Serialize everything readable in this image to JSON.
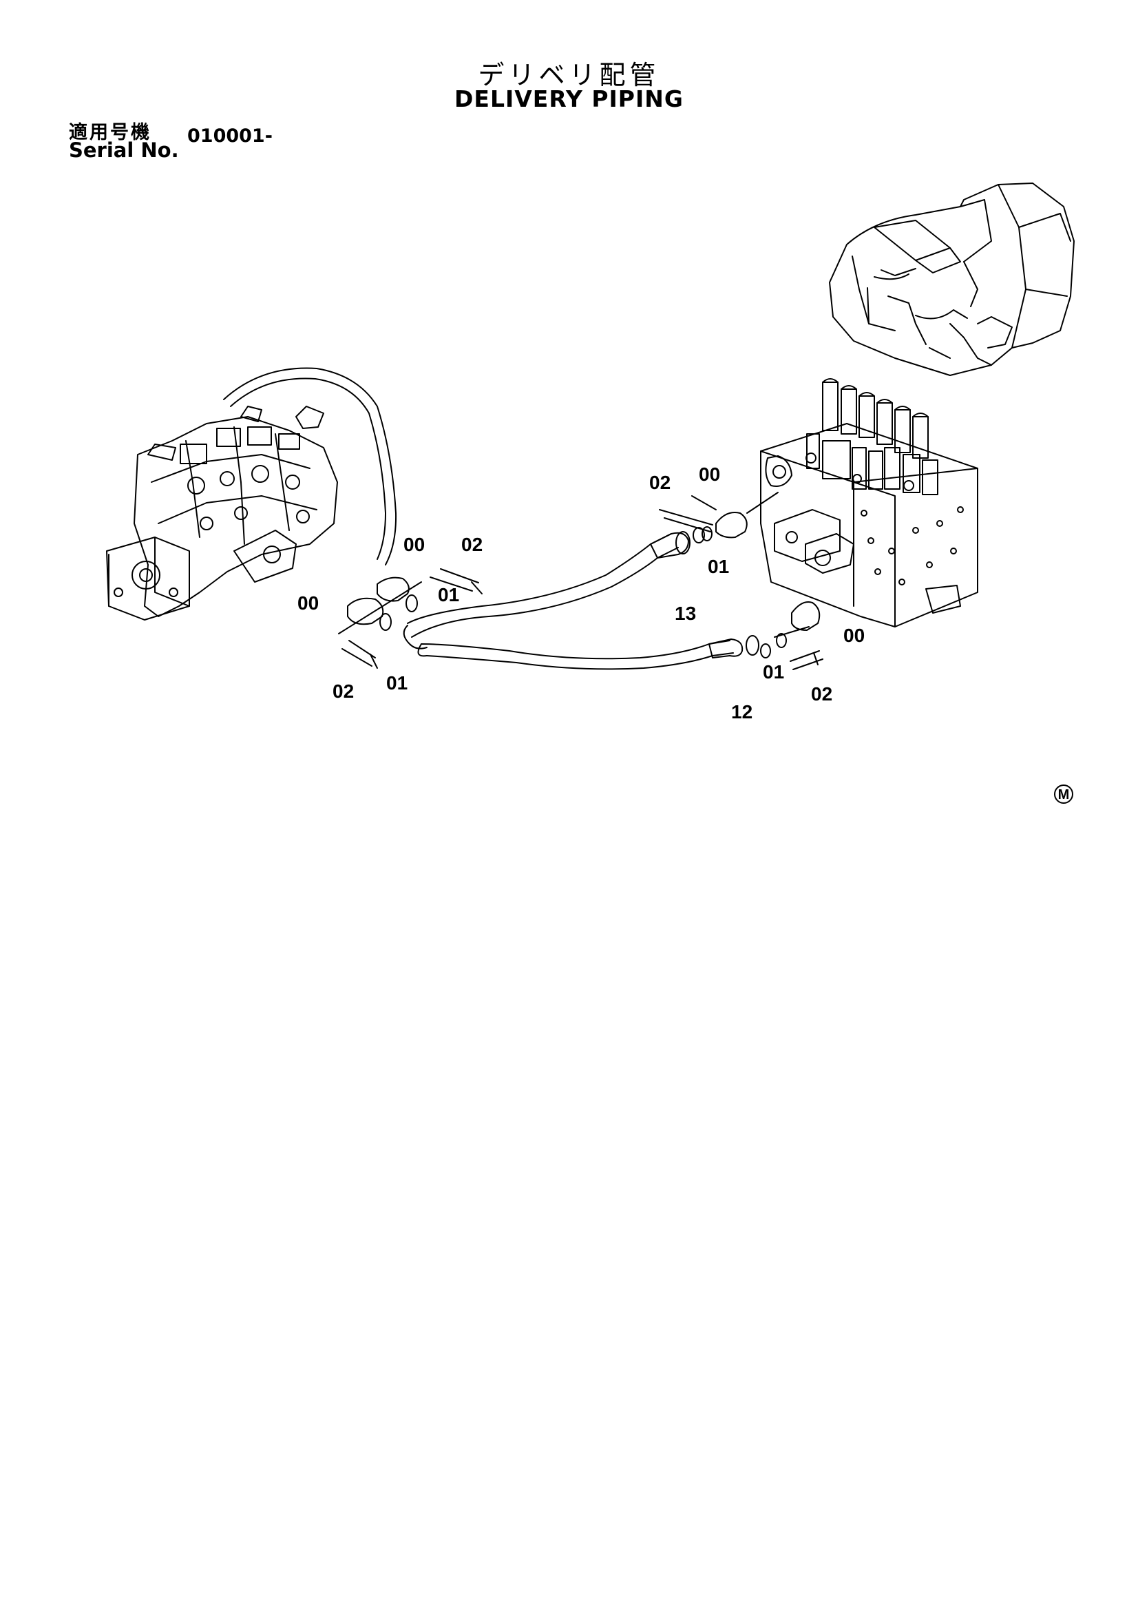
{
  "title": {
    "japanese": "デリベリ配管",
    "english": "DELIVERY PIPING"
  },
  "serial": {
    "label_japanese": "適用号機",
    "label_english": "Serial No.",
    "value": "010001-"
  },
  "callouts": {
    "c1": "02",
    "c2": "00",
    "c3": "01",
    "c4": "13",
    "c5": "00",
    "c6": "02",
    "c7": "00",
    "c8": "01",
    "c9": "02",
    "c10": "01",
    "c11": "00",
    "c12": "01",
    "c13": "02",
    "c14": "12"
  },
  "mark": "M"
}
